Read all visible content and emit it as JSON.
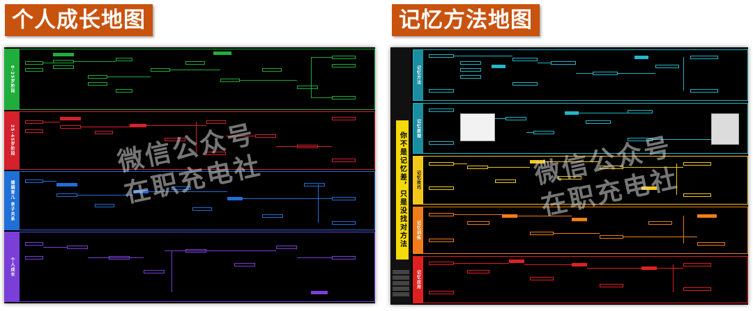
{
  "left_panel": {
    "title": "个人成长地图",
    "bands": [
      {
        "label": "0-25岁阶段",
        "color": "#1fae3c"
      },
      {
        "label": "25-45岁阶段",
        "color": "#d4212b"
      },
      {
        "label": "婚姻育儿 亲子关系",
        "color": "#1f6fd6"
      },
      {
        "label": "个人成长",
        "color": "#7a3fd8"
      }
    ]
  },
  "right_panel": {
    "title": "记忆方法地图",
    "side_label": "你不是记忆差，只是没找对方法",
    "bands": [
      {
        "label": "记忆方法",
        "color": "#22b7c9"
      },
      {
        "label": "记忆原理",
        "color": "#22b7c9"
      },
      {
        "label": "记忆技巧",
        "color": "#f4c81a"
      },
      {
        "label": "记忆训练",
        "color": "#f07d1a"
      },
      {
        "label": "记忆应用",
        "color": "#e02020"
      }
    ]
  },
  "watermark": {
    "line1": "微信公众号",
    "line2": "在职充电社"
  },
  "colors": {
    "badge": "#c8530f",
    "panel_bg": "#000000"
  }
}
